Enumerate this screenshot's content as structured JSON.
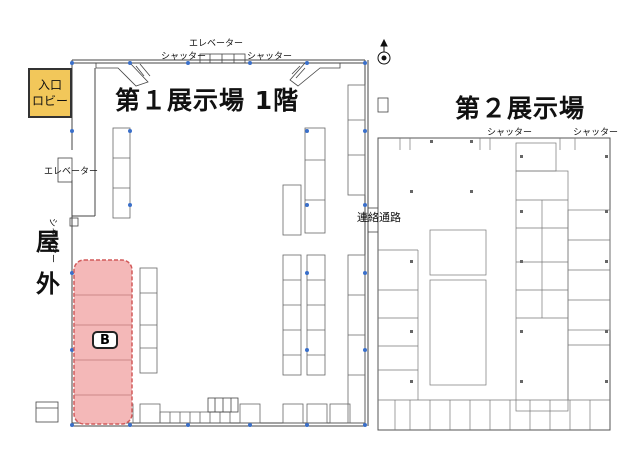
{
  "hall1": {
    "title": "第１展示場 1階"
  },
  "hall2": {
    "title": "第２展示場"
  },
  "lobby": {
    "line1": "入口",
    "line2": "ロビー",
    "color": "#f2c75a"
  },
  "outdoor": {
    "char1": "屋",
    "char2": "外"
  },
  "labels": {
    "elevator_top": "エレベーター",
    "elevator_left": "エレベーター",
    "shutter_top_left": "シャッター",
    "shutter_top_right": "シャッター",
    "shutter_side": "シャッター",
    "shutter_hall2_left": "シャッター",
    "shutter_hall2_right": "シャッター",
    "corridor": "連絡通路"
  },
  "area_b": {
    "label": "B",
    "color": "#f4b8b8"
  },
  "compass": {
    "icon": "north-arrow-icon"
  }
}
